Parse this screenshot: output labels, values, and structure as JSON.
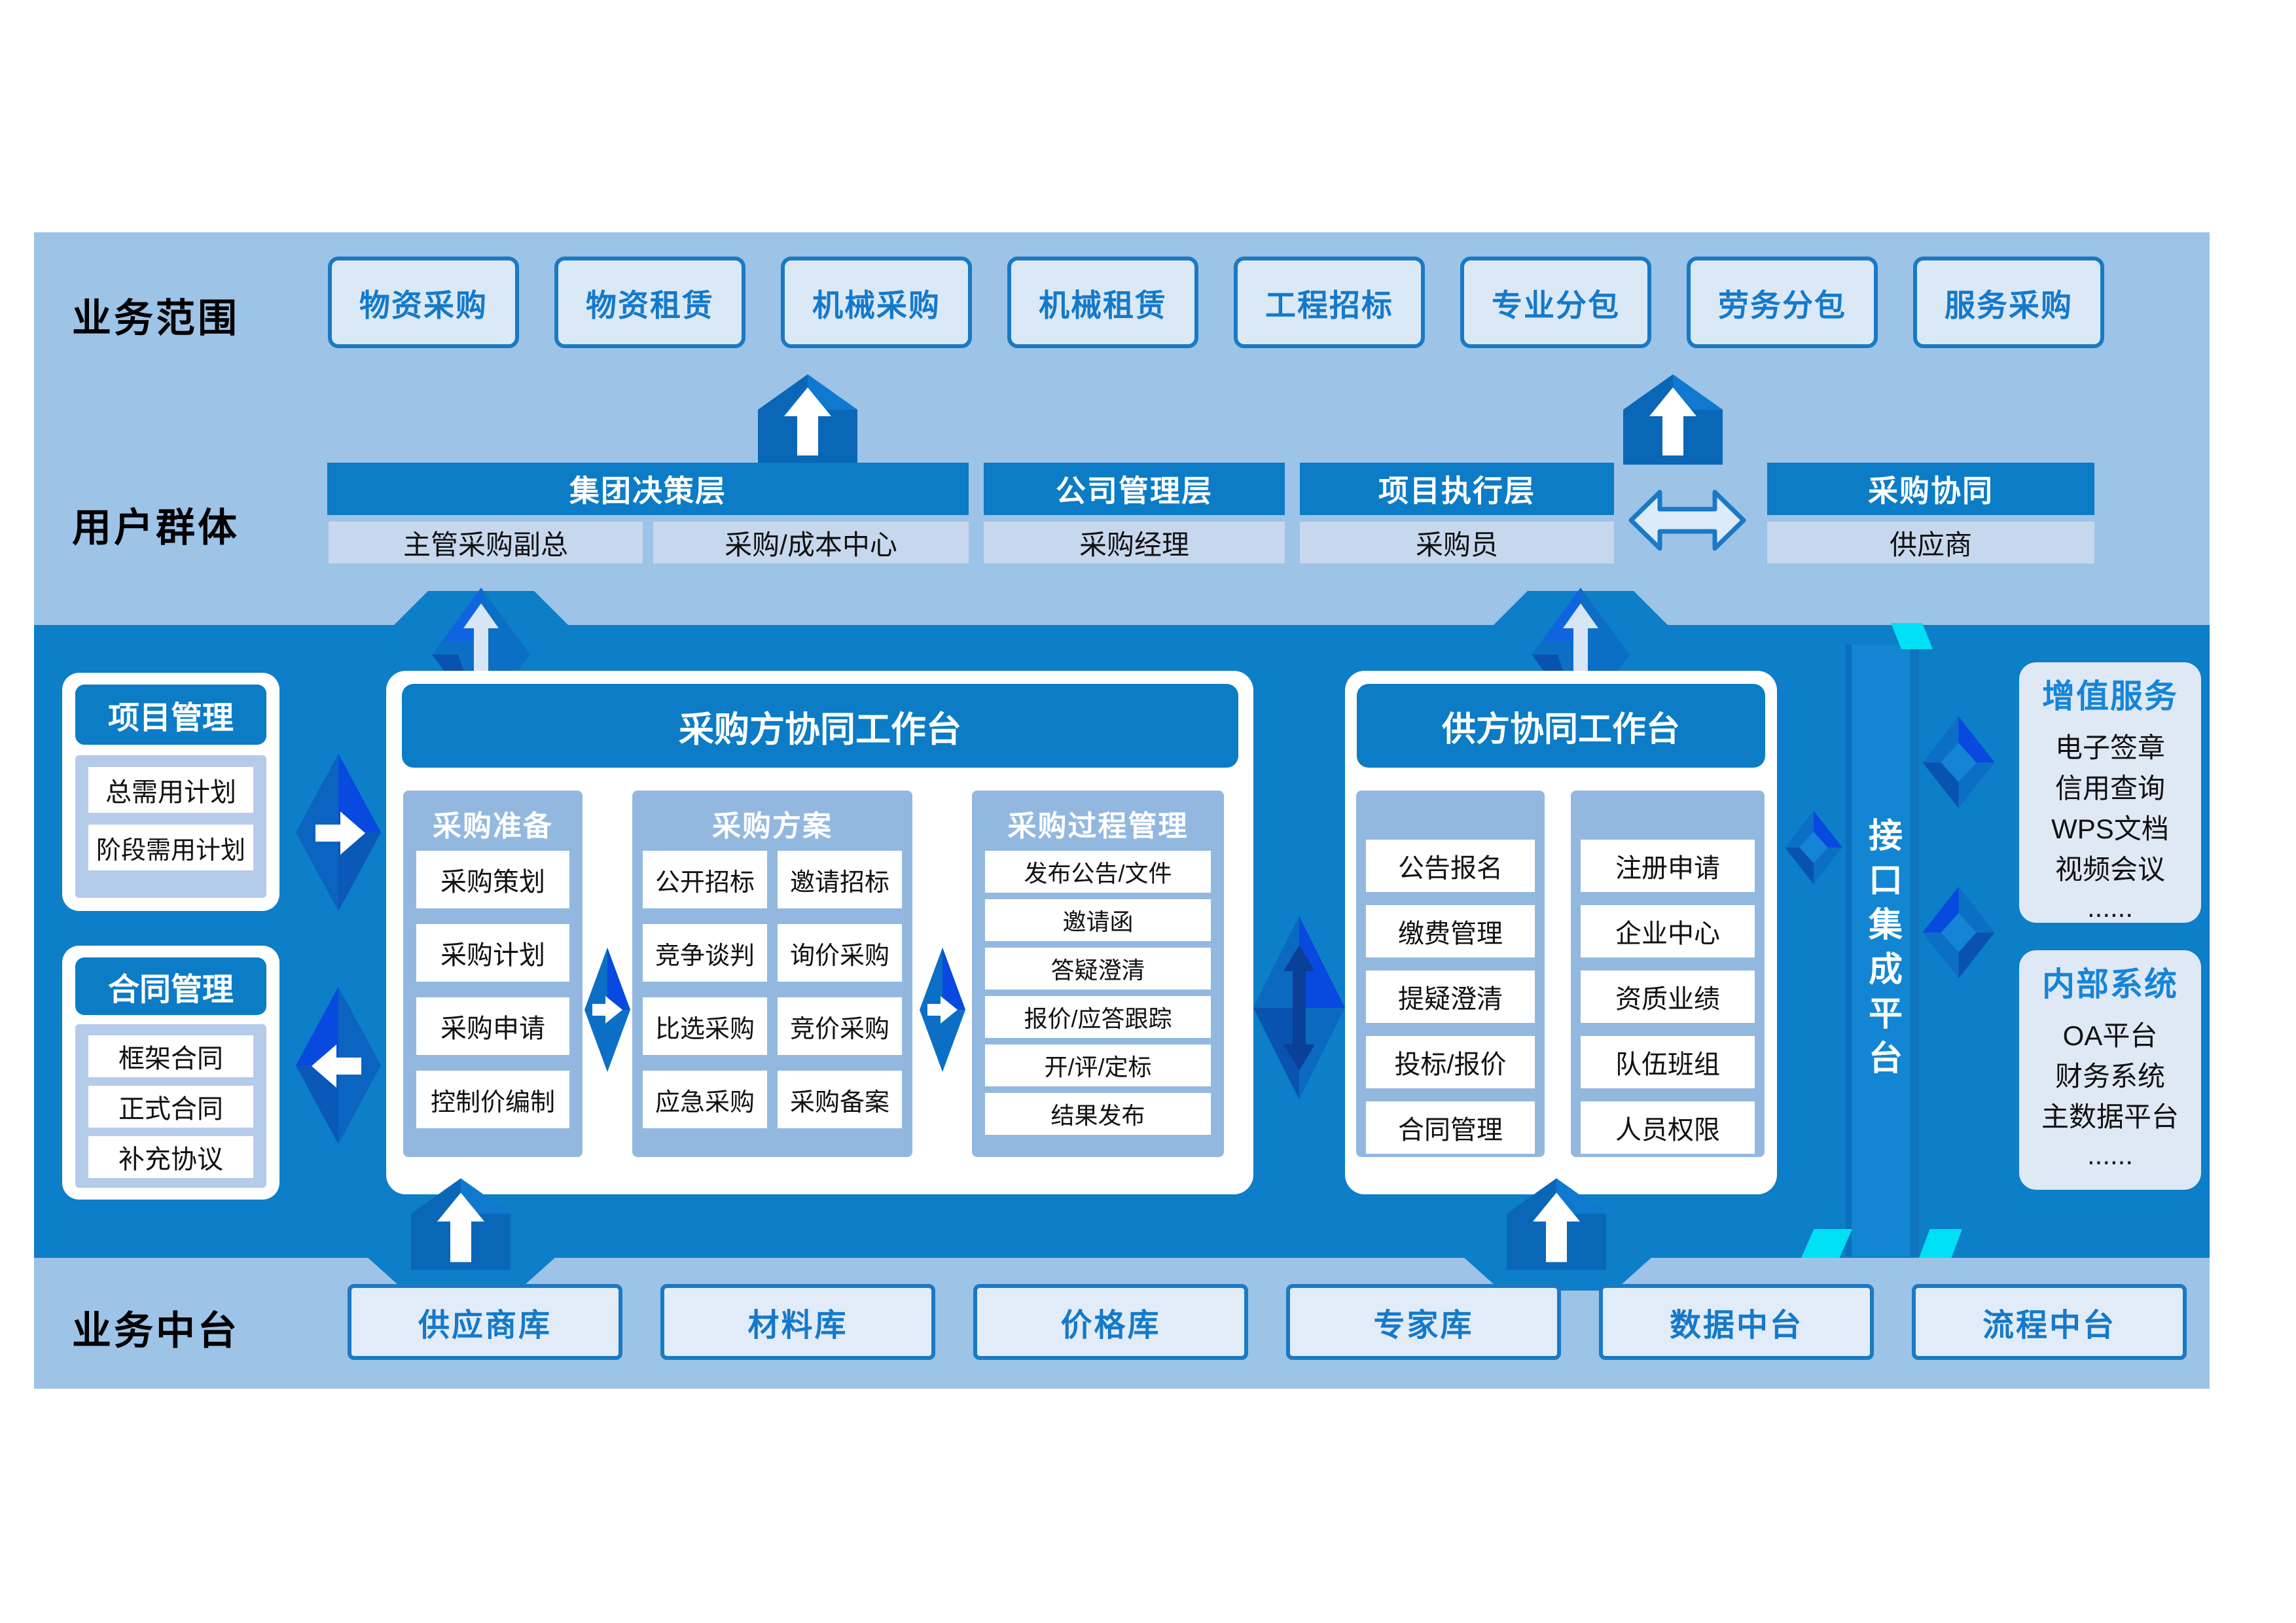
{
  "colors": {
    "band_light": "#9dc3e7",
    "band_blue": "#0d7ec8",
    "header_blue": "#0b7cc5",
    "button_text_blue": "#1579ca",
    "sub_row_bg": "#c7d8ee",
    "inner_panel_bg": "#93b8df",
    "side_panel_bg": "#dfe9f6",
    "cyan_accent": "#00e0f5",
    "diamond_bright_blue": "#0849e0"
  },
  "business_scope": {
    "label": "业务范围",
    "items": [
      "物资采购",
      "物资租赁",
      "机械采购",
      "机械租赁",
      "工程招标",
      "专业分包",
      "劳务分包",
      "服务采购"
    ]
  },
  "user_groups": {
    "label": "用户群体",
    "group1": {
      "title": "集团决策层",
      "role1": "主管采购副总",
      "role2": "采购/成本中心"
    },
    "group2": {
      "title": "公司管理层",
      "role1": "采购经理"
    },
    "group3": {
      "title": "项目执行层",
      "role1": "采购员"
    },
    "group4": {
      "title": "采购协同",
      "role1": "供应商"
    }
  },
  "project_mgmt": {
    "title": "项目管理",
    "items": [
      "总需用计划",
      "阶段需用计划"
    ]
  },
  "contract_mgmt": {
    "title": "合同管理",
    "items": [
      "框架合同",
      "正式合同",
      "补充协议"
    ]
  },
  "buyer_workbench": {
    "title": "采购方协同工作台",
    "prep": {
      "title": "采购准备",
      "items": [
        "采购策划",
        "采购计划",
        "采购申请",
        "控制价编制"
      ]
    },
    "scheme": {
      "title": "采购方案",
      "items": [
        "公开招标",
        "邀请招标",
        "竞争谈判",
        "询价采购",
        "比选采购",
        "竞价采购",
        "应急采购",
        "采购备案"
      ]
    },
    "process": {
      "title": "采购过程管理",
      "items": [
        "发布公告/文件",
        "邀请函",
        "答疑澄清",
        "报价/应答跟踪",
        "开/评/定标",
        "结果发布"
      ]
    }
  },
  "supplier_workbench": {
    "title": "供方协同工作台",
    "col1": {
      "items": [
        "公告报名",
        "缴费管理",
        "提疑澄清",
        "投标/报价",
        "合同管理"
      ]
    },
    "col2": {
      "items": [
        "注册申请",
        "企业中心",
        "资质业绩",
        "队伍班组",
        "人员权限"
      ]
    }
  },
  "integration_platform": {
    "title": "接口集成平台"
  },
  "value_added": {
    "title": "增值服务",
    "items": [
      "电子签章",
      "信用查询",
      "WPS文档",
      "视频会议",
      "......"
    ]
  },
  "internal_systems": {
    "title": "内部系统",
    "items": [
      "OA平台",
      "财务系统",
      "主数据平台",
      "......"
    ]
  },
  "business_middle": {
    "label": "业务中台",
    "items": [
      "供应商库",
      "材料库",
      "价格库",
      "专家库",
      "数据中台",
      "流程中台"
    ]
  }
}
